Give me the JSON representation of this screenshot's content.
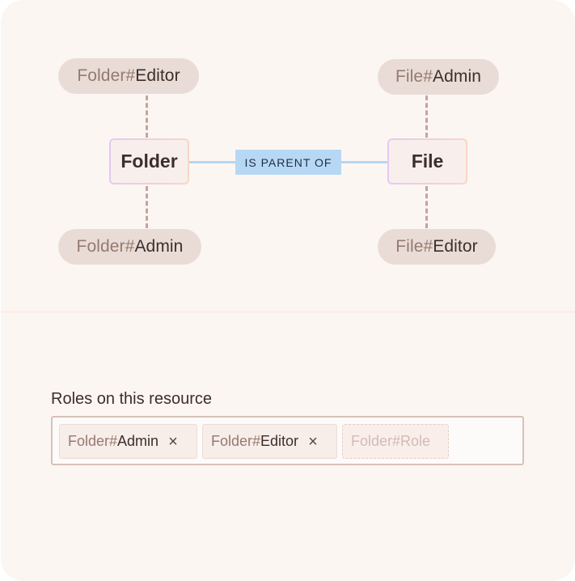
{
  "diagram": {
    "nodes": [
      {
        "id": "folder",
        "label": "Folder"
      },
      {
        "id": "file",
        "label": "File"
      }
    ],
    "edge": {
      "from": "folder",
      "to": "file",
      "label": "IS PARENT OF"
    },
    "roles": {
      "folder_top": {
        "namespace": "Folder#",
        "role": "Editor"
      },
      "folder_bottom": {
        "namespace": "Folder#",
        "role": "Admin"
      },
      "file_top": {
        "namespace": "File#",
        "role": "Admin"
      },
      "file_bottom": {
        "namespace": "File#",
        "role": "Editor"
      }
    }
  },
  "roles_field": {
    "label": "Roles on this resource",
    "chips": [
      {
        "namespace": "Folder#",
        "role": "Admin",
        "remove_icon": "×"
      },
      {
        "namespace": "Folder#",
        "role": "Editor",
        "remove_icon": "×"
      }
    ],
    "placeholder": "Folder#Role"
  },
  "colors": {
    "background": "#fcf6f3",
    "pill": "#e9dcd6",
    "edge": "#b6d6f3",
    "edge_label_bg": "#b7d8f4",
    "text_dark": "#3d2e2a",
    "text_muted": "#957a6f"
  }
}
